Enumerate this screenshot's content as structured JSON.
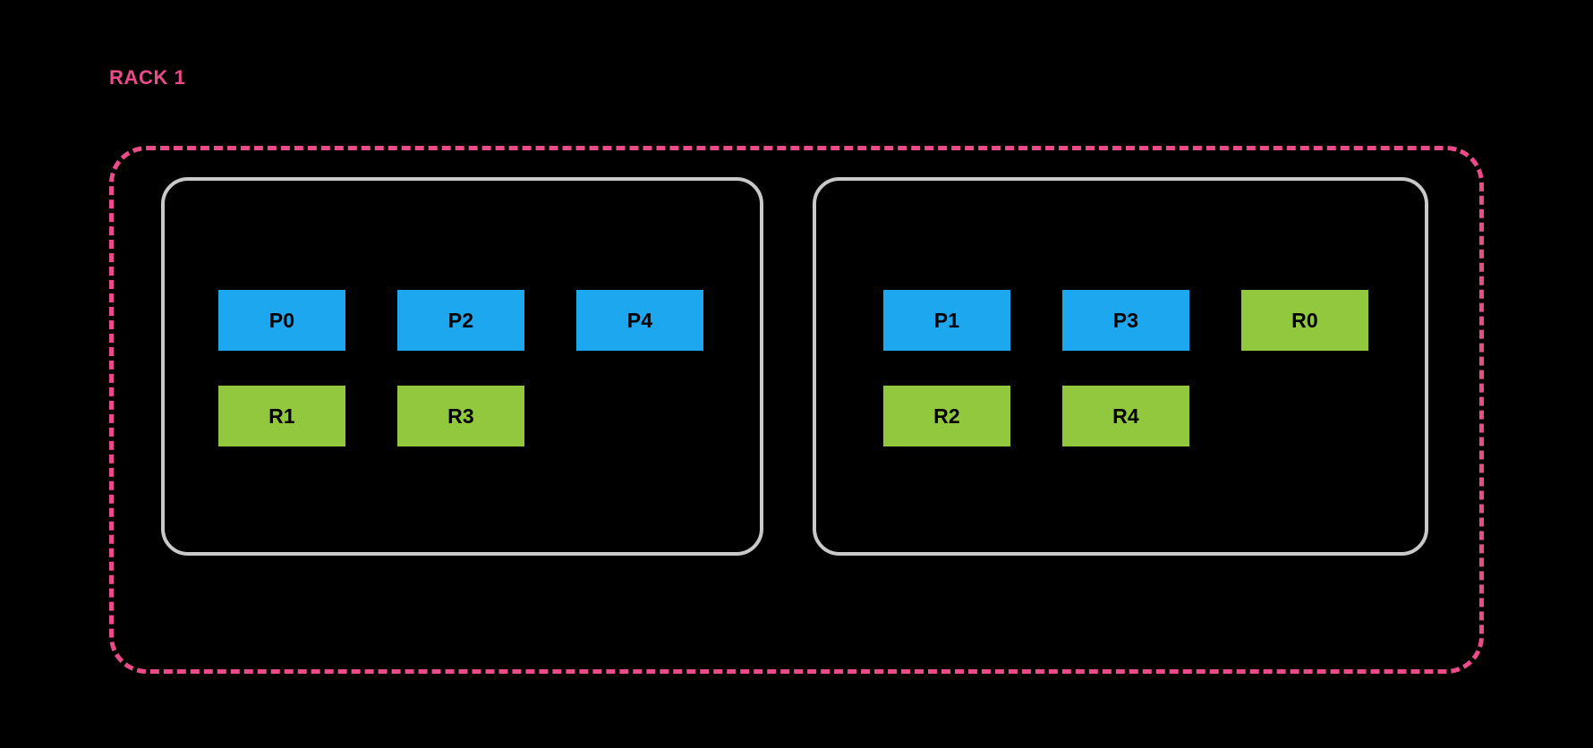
{
  "diagram": {
    "type": "rack-topology",
    "background_color": "#000000",
    "rack": {
      "label": "RACK 1",
      "label_color": "#ec4b8a",
      "border_color": "#ec4b8a",
      "border_style": "dashed"
    },
    "legend_colors": {
      "primary": "#1ca7ef",
      "replica": "#92c83e",
      "node_border": "#c9c9c9"
    },
    "nodes": [
      {
        "name": "node-left",
        "rows": [
          {
            "name": "top-row",
            "cells": [
              {
                "label": "P0",
                "kind": "primary"
              },
              {
                "label": "P2",
                "kind": "primary"
              },
              {
                "label": "P4",
                "kind": "primary"
              }
            ]
          },
          {
            "name": "bottom-row",
            "cells": [
              {
                "label": "R1",
                "kind": "replica"
              },
              {
                "label": "R3",
                "kind": "replica"
              }
            ]
          }
        ]
      },
      {
        "name": "node-right",
        "rows": [
          {
            "name": "top-row",
            "cells": [
              {
                "label": "P1",
                "kind": "primary"
              },
              {
                "label": "P3",
                "kind": "primary"
              },
              {
                "label": "R0",
                "kind": "replica"
              }
            ]
          },
          {
            "name": "bottom-row",
            "cells": [
              {
                "label": "R2",
                "kind": "replica"
              },
              {
                "label": "R4",
                "kind": "replica"
              }
            ]
          }
        ]
      }
    ]
  }
}
